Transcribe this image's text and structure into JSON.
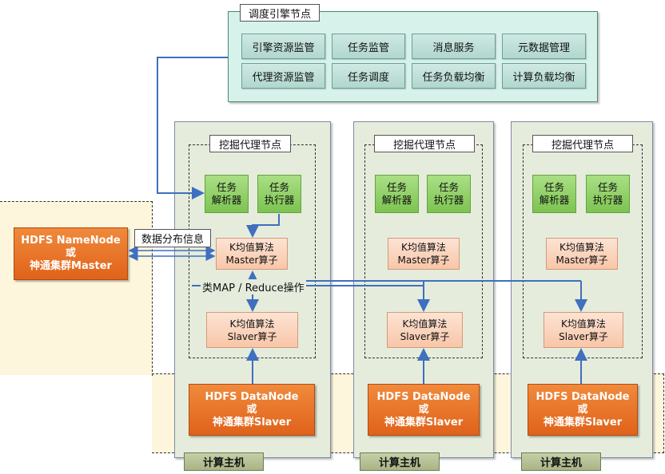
{
  "scheduler": {
    "title": "调度引擎节点",
    "modules_row1": [
      "引擎资源监管",
      "任务监管",
      "消息服务",
      "元数据管理"
    ],
    "modules_row2": [
      "代理资源监管",
      "任务调度",
      "任务负载均衡",
      "计算负载均衡"
    ]
  },
  "namenode": {
    "label": "HDFS NameNode\n或\n神通集群Master"
  },
  "data_dist_label": "数据分布信息",
  "map_reduce_label": "类MAP / Reduce操作",
  "hosts": [
    {
      "agent_title": "挖掘代理节点",
      "parser": "任务\n解析器",
      "executor": "任务\n执行器",
      "master_op": "K均值算法\nMaster算子",
      "slaver_op": "K均值算法\nSlaver算子",
      "datanode": "HDFS DataNode\n或\n神通集群Slaver",
      "host_label": "计算主机"
    },
    {
      "agent_title": "挖掘代理节点",
      "parser": "任务\n解析器",
      "executor": "任务\n执行器",
      "master_op": "K均值算法\nMaster算子",
      "slaver_op": "K均值算法\nSlaver算子",
      "datanode": "HDFS DataNode\n或\n神通集群Slaver",
      "host_label": "计算主机"
    },
    {
      "agent_title": "挖掘代理节点",
      "parser": "任务\n解析器",
      "executor": "任务\n执行器",
      "master_op": "K均值算法\nMaster算子",
      "slaver_op": "K均值算法\nSlaver算子",
      "datanode": "HDFS DataNode\n或\n神通集群Slaver",
      "host_label": "计算主机"
    }
  ],
  "colors": {
    "scheduler_bg": "#d6f2ea",
    "module_bg": "#b1d7cf",
    "host_bg": "#e5ecdc",
    "task_green": "#7dc352",
    "operator_salmon": "#f8c6a8",
    "storage_orange": "#e0621a",
    "arrow_blue": "#3f6fbf",
    "zone_yellow": "#fdf6dc"
  }
}
